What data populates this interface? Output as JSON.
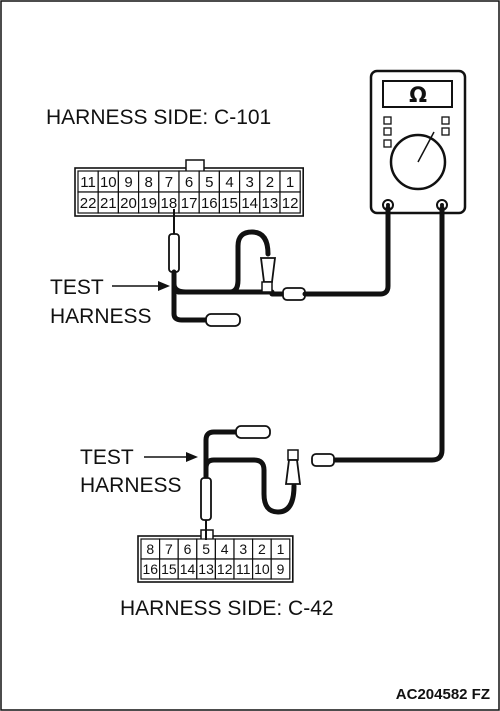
{
  "labels": {
    "top_connector": "HARNESS SIDE: C-101",
    "bottom_connector": "HARNESS SIDE: C-42",
    "test_harness_line1": "TEST",
    "test_harness_line2": "HARNESS",
    "figure_code": "AC204582 FZ",
    "meter_symbol": "Ω"
  },
  "connector_c101": {
    "top_row": [
      "11",
      "10",
      "9",
      "8",
      "7",
      "6",
      "5",
      "4",
      "3",
      "2",
      "1"
    ],
    "bottom_row": [
      "22",
      "21",
      "20",
      "19",
      "18",
      "17",
      "16",
      "15",
      "14",
      "13",
      "12"
    ],
    "probed_pin": "18"
  },
  "connector_c42": {
    "top_row": [
      "8",
      "7",
      "6",
      "5",
      "4",
      "3",
      "2",
      "1"
    ],
    "bottom_row": [
      "16",
      "15",
      "14",
      "13",
      "12",
      "11",
      "10",
      "9"
    ],
    "probed_pin": "5"
  }
}
